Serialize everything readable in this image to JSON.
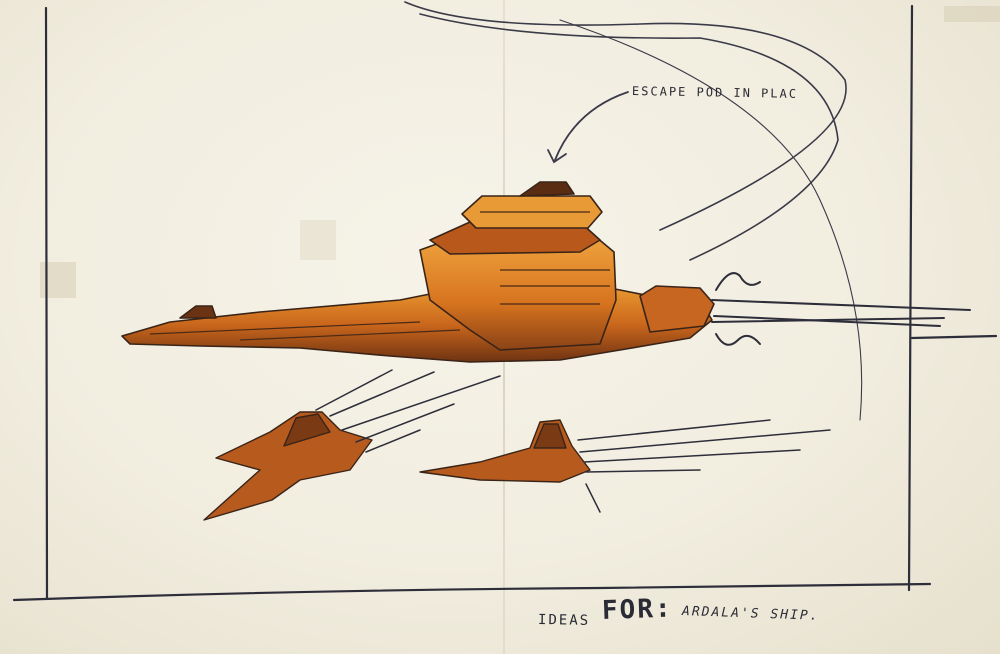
{
  "annotation": {
    "escape_pod_note": "ESCAPE POD IN PLAC"
  },
  "caption": {
    "word1": "IDEAS",
    "word2": "FOR:",
    "word3": "ARDALA'S SHIP."
  },
  "colors": {
    "paper": "#f4f1e6",
    "ink": "#2b2b35",
    "hull_light": "#e08a2a",
    "hull_dark": "#7a3a14"
  }
}
